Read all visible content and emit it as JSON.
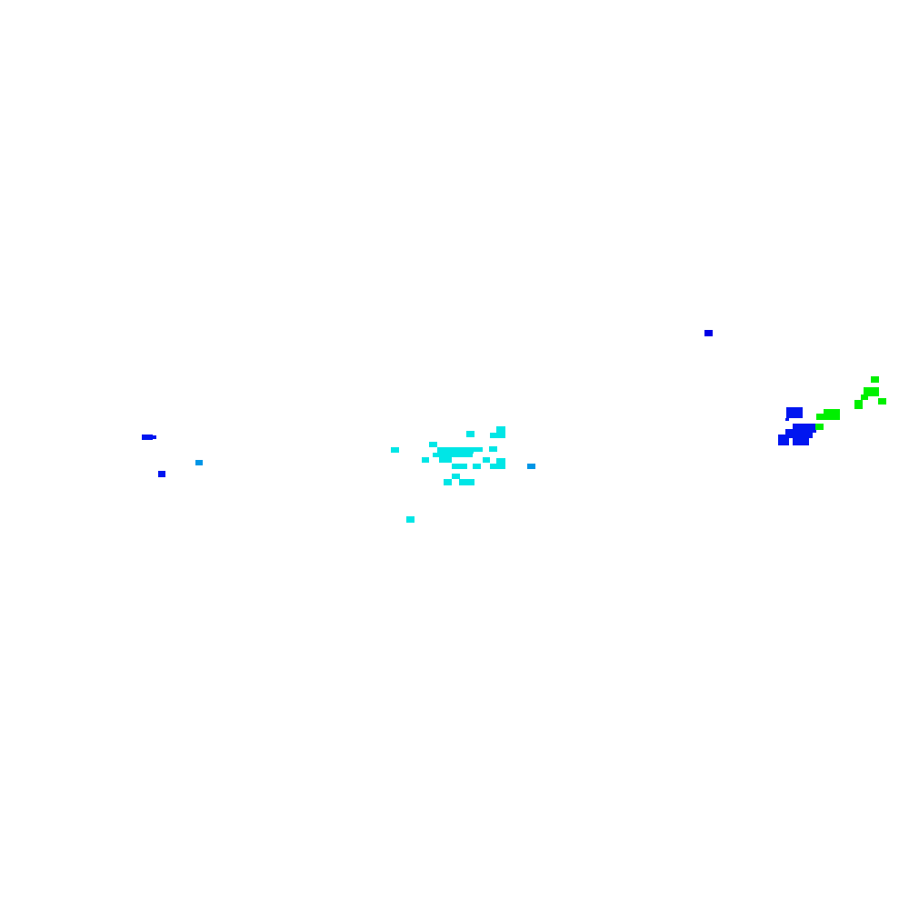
{
  "palette": {
    "background": "#ffffff",
    "blue": "#0016f0",
    "dark_blue": "#0000e6",
    "cyan": "#00e6e6",
    "sky_blue": "#0096e6",
    "green": "#00f000"
  },
  "clusters": [
    {
      "name": "left-blue-cluster",
      "color_key": "blue"
    },
    {
      "name": "left-sky-blue-speck",
      "color_key": "sky_blue"
    },
    {
      "name": "center-cyan-cluster",
      "color_key": "cyan"
    },
    {
      "name": "center-right-sky-blue-speck",
      "color_key": "sky_blue"
    },
    {
      "name": "upper-right-blue-speck",
      "color_key": "dark_blue"
    },
    {
      "name": "right-blue-cluster",
      "color_key": "blue"
    },
    {
      "name": "right-green-cluster",
      "color_key": "green"
    }
  ]
}
